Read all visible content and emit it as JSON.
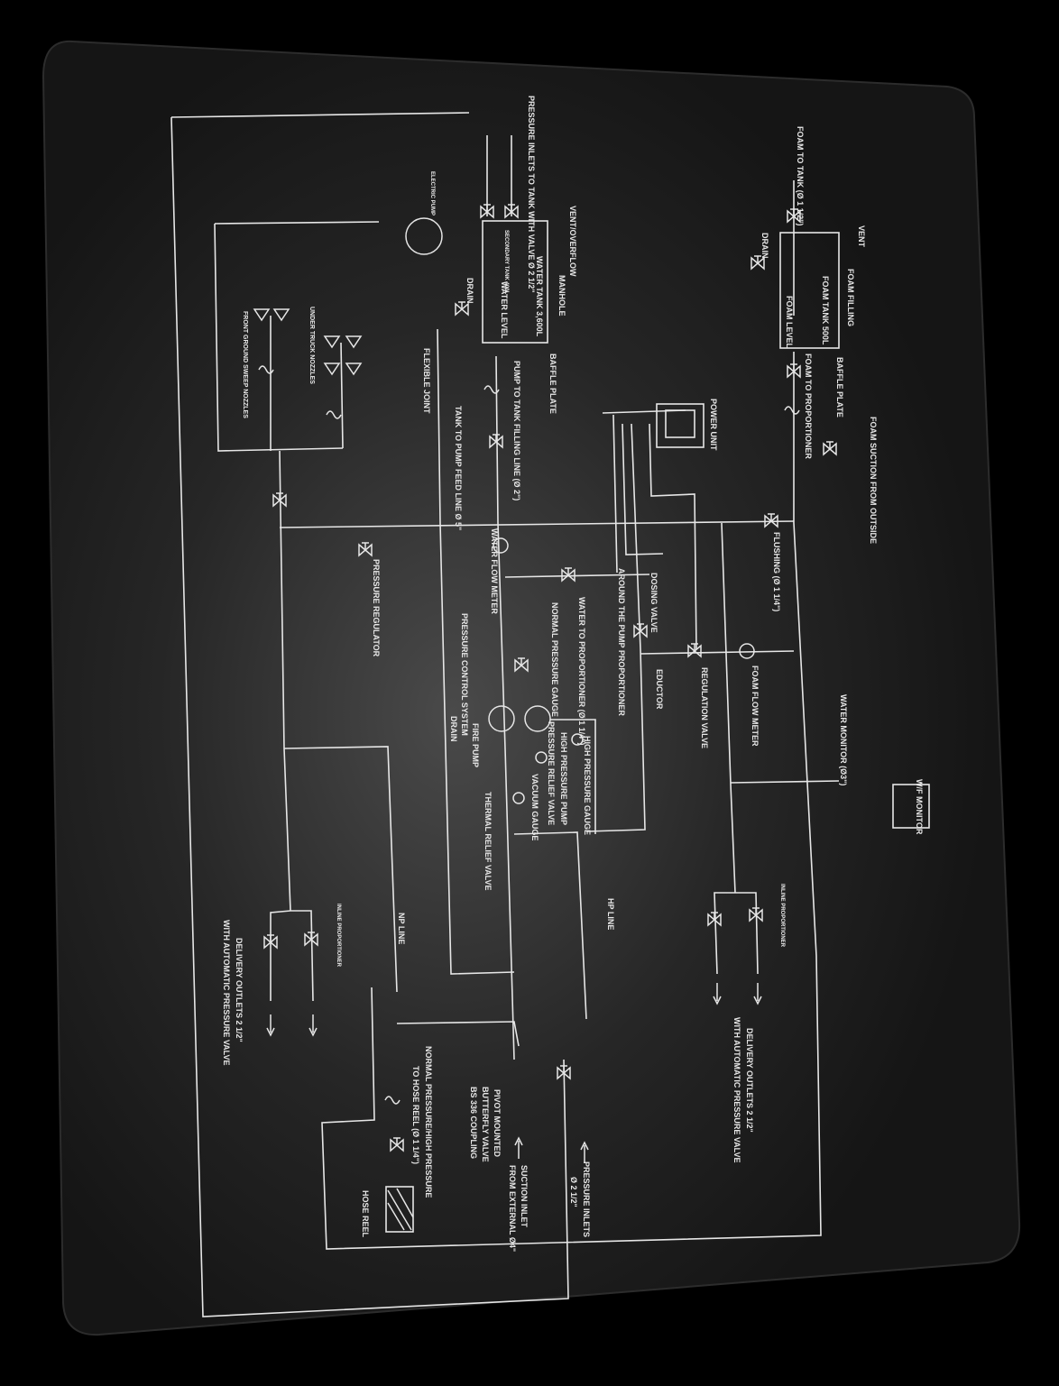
{
  "labels": {
    "foam_to_tank": "FOAM TO TANK (Ø 1 1/2\")",
    "vent": "VENT",
    "drain_foam": "DRAIN",
    "foam_filling": "FOAM FILLING",
    "foam_tank": "FOAM TANK 500L",
    "foam_level": "FOAM LEVEL",
    "baffle_plate_foam": "BAFFLE PLATE",
    "foam_to_proportioner": "FOAM TO PROPORTIONER",
    "foam_suction": "FOAM SUCTION FROM OUTSIDE",
    "pressure_inlets_tank": "PRESSURE INLETS TO TANK WITH VALVE Ø 2 1/2\"",
    "vent_overflow": "VENT/OVERFLOW",
    "electric_pump": "ELECTRIC PUMP",
    "secondary_tank": "SECONDARY TANK 400L",
    "manhole": "MANHOLE",
    "water_tank": "WATER TANK 3,600L",
    "water_level": "WATER LEVEL",
    "drain_water": "DRAIN",
    "baffle_plate_water": "BAFFLE PLATE",
    "pump_to_tank": "PUMP TO TANK FILLING LINE (Ø 2\")",
    "flexible_joint": "FLEXIBLE JOINT",
    "tank_to_pump": "TANK TO PUMP FEED LINE Ø 5\"",
    "under_truck": "UNDER TRUCK NOZZLES",
    "front_ground": "FRONT GROUND SWEEP NOZZLES",
    "power_unit": "POWER UNIT",
    "flushing": "FLUSHING (Ø 1 1/4\")",
    "pressure_regulator": "PRESSURE REGULATOR",
    "water_flow_meter": "WATER FLOW METER",
    "dosing_valve": "DOSING VALVE",
    "around_pump": "AROUND THE PUMP PROPORTIONER",
    "water_to_proportioner": "WATER TO PROPORTIONER (Ø 1 1/4\")",
    "normal_pressure_gauge": "NORMAL PRESSURE GAUGE",
    "regulation_valve": "REGULATION VALVE",
    "eductor": "EDUCTOR",
    "foam_flow_meter": "FOAM FLOW METER",
    "water_monitor": "WATER MONITOR (Ø3\")",
    "wf_monitor": "W/F MONITOR",
    "pressure_control": "PRESSURE CONTROL SYSTEM",
    "high_pressure_gauge": "HIGH PRESSURE GAUGE",
    "high_pressure_pump": "HIGH PRESSURE PUMP",
    "pressure_relief": "PRESSURE RELIEF VALVE",
    "vacuum_gauge": "VACUUM GAUGE",
    "fire_pump": "FIRE PUMP",
    "drain_pump": "DRAIN",
    "thermal_relief": "THERMAL RELIEF VALVE",
    "hp_line": "HP LINE",
    "np_line": "NP LINE",
    "inline_prop_left": "INLINE PROPORTIONER",
    "inline_prop_right": "INLINE PROPORTIONER",
    "delivery_left_1": "DELIVERY OUTLETS 2 1/2\"",
    "delivery_left_2": "WITH AUTOMATIC PRESSURE VALVE",
    "delivery_right_1": "DELIVERY OUTLETS 2 1/2\"",
    "delivery_right_2": "WITH AUTOMATIC PRESSURE VALVE",
    "hose_reel_line_1": "NORMAL PRESSURE/HIGH PRESSURE",
    "hose_reel_line_2": "TO HOSE REEL (Ø 1 1/4\")",
    "hose_reel": "HOSE REEL",
    "pivot_1": "PIVOT MOUNTED",
    "pivot_2": "BUTTERFLY VALVE",
    "pivot_3": "BS 336 COUPLING",
    "suction_inlet_1": "SUCTION INLET",
    "suction_inlet_2": "FROM EXTERNAL Ø4\"",
    "pressure_inlets_1": "PRESSURE INLETS",
    "pressure_inlets_2": "Ø 2 1/2\""
  },
  "colors": {
    "plate": "#141414",
    "line": "#e6e6e6",
    "background": "#000000"
  }
}
